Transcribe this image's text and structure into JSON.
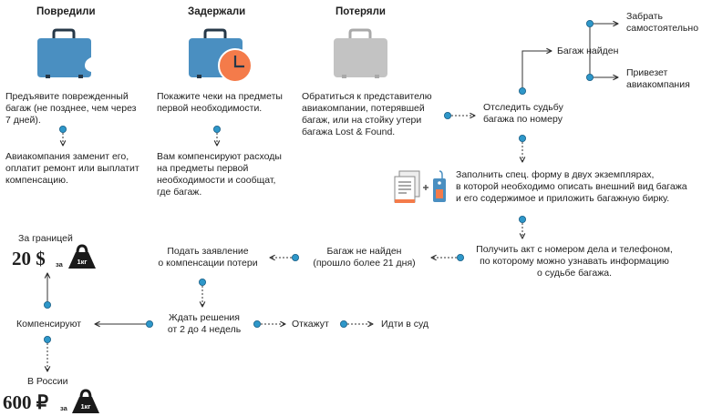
{
  "colors": {
    "accent_blue": "#4a8fc1",
    "node_dot": "#2e97c9",
    "clock_orange": "#f47b4a",
    "lost_gray": "#c3c3c3",
    "weight_dark": "#1a1a1a"
  },
  "icons": {
    "damaged": "suitcase-damaged-icon",
    "delayed": "suitcase-clock-icon",
    "lost": "suitcase-gray-icon",
    "form": "document-plus-tag-icon",
    "weight": "kettlebell-1kg-icon"
  },
  "columns": {
    "damaged": {
      "title": "Повредили",
      "step1": [
        "Предъявите поврежденный",
        "багаж (не позднее, чем через",
        "7 дней)."
      ],
      "step2": [
        "Авиакомпания заменит его,",
        "оплатит ремонт или выплатит",
        "компенсацию."
      ]
    },
    "delayed": {
      "title": "Задержали",
      "step1": [
        "Покажите чеки на предметы",
        "первой необходимости."
      ],
      "step2": [
        "Вам компенсируют расходы",
        "на предметы первой",
        "необходимости и сообщат,",
        "где багаж."
      ]
    },
    "lost": {
      "title": "Потеряли",
      "step1": [
        "Обратиться к представителю",
        "авиакомпании, потерявшей",
        "багаж, или на стойку утери",
        "багажа Lost & Found."
      ]
    }
  },
  "flow": {
    "track": [
      "Отследить судьбу",
      "багажа по номеру"
    ],
    "found": "Багаж найден",
    "pickup": [
      "Забрать",
      "самостоятельно"
    ],
    "delivered": [
      "Привезет",
      "авиакомпания"
    ],
    "form": [
      "Заполнить спец. форму в двух экземплярах,",
      "в которой необходимо описать внешний вид багажа",
      "и его содержимое и приложить багажную бирку."
    ],
    "act": [
      "Получить акт с номером дела и телефоном,",
      "по которому можно узнавать информацию",
      "о судьбе багажа."
    ],
    "not_found": [
      "Багаж не найден",
      "(прошло более 21 дня)"
    ],
    "claim": [
      "Подать заявление",
      "о компенсации потери"
    ],
    "wait": [
      "Ждать решения",
      "от 2 до 4 недель"
    ],
    "refuse": "Откажут",
    "court": "Идти в суд",
    "compensate": "Компенсируют",
    "abroad_label": "За границей",
    "abroad_amount": "20 $",
    "russia_label": "В России",
    "russia_amount": "600 ₽",
    "per": "за",
    "unit": "1кг"
  }
}
